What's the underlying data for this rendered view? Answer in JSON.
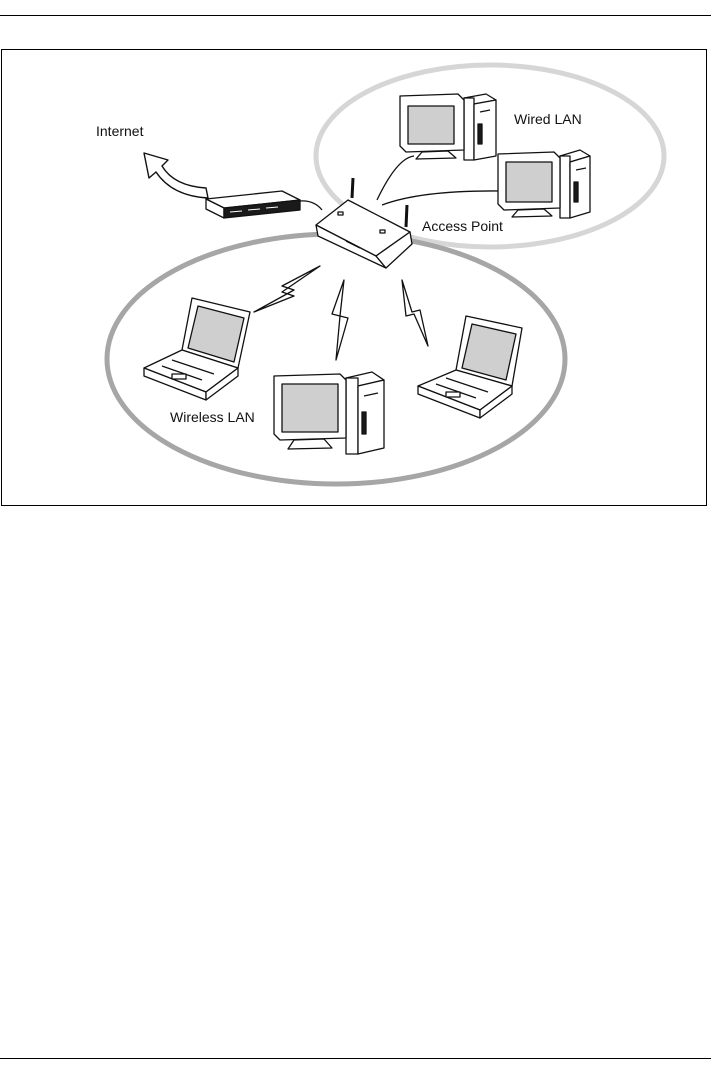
{
  "diagram": {
    "labels": {
      "internet": "Internet",
      "wired_lan": "Wired LAN",
      "access_point": "Access Point",
      "wireless_lan": "Wireless LAN"
    },
    "colors": {
      "wired_ellipse": "#d6d6d6",
      "wireless_ellipse": "#a6a6a6",
      "line": "#111111",
      "screen": "#cfcfcf"
    }
  }
}
